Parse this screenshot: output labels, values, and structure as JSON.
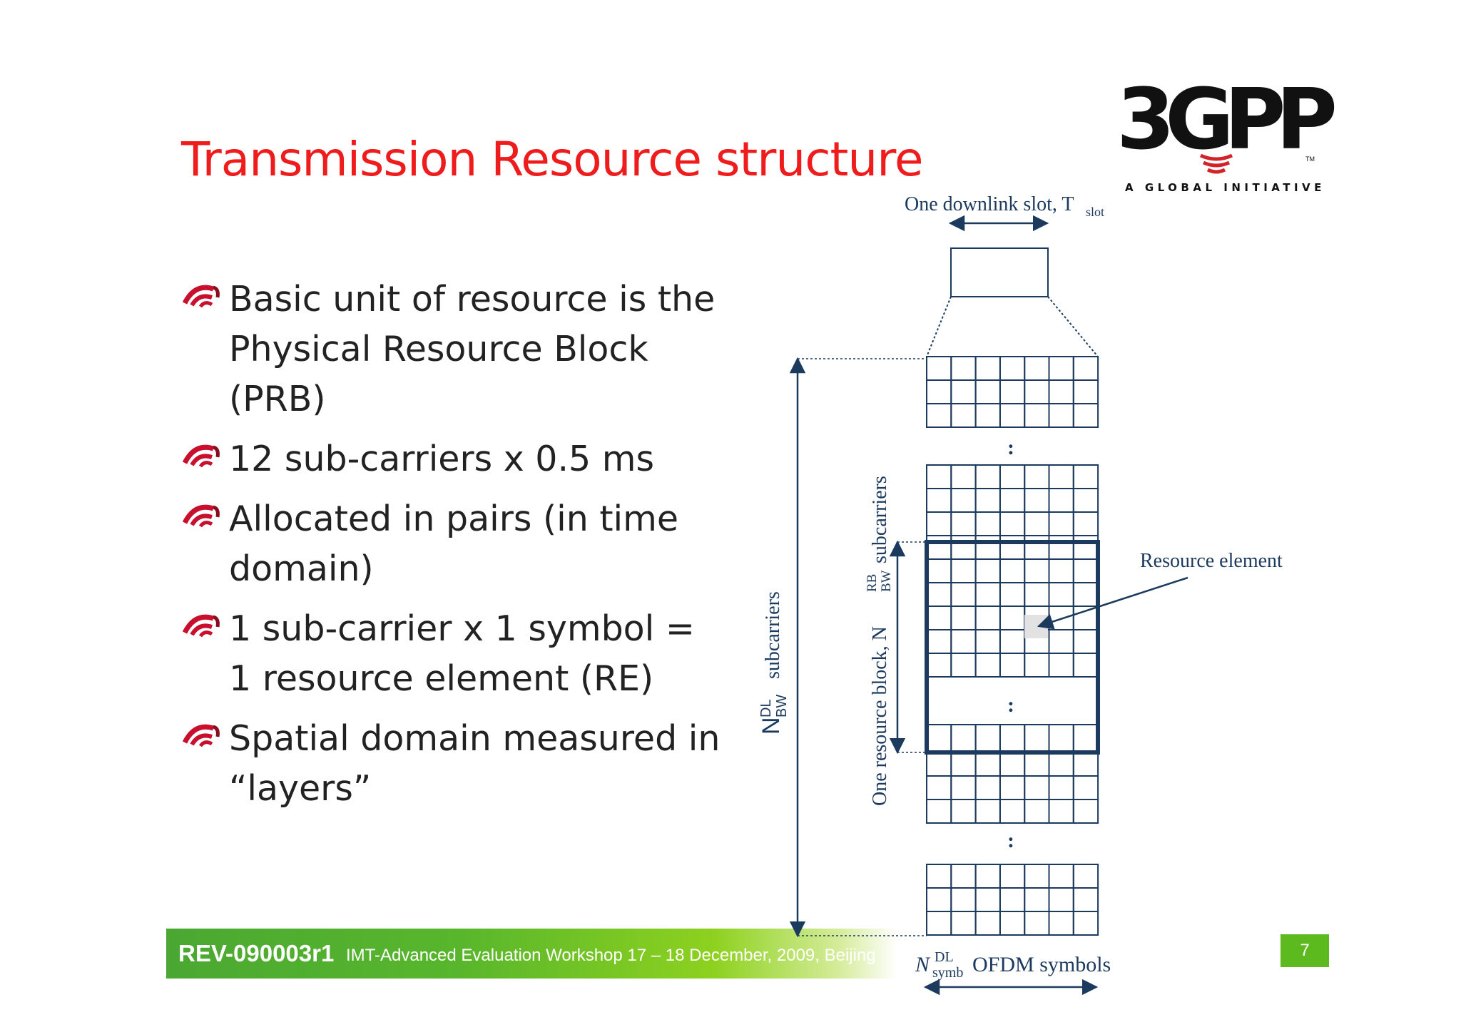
{
  "slide": {
    "title": "Transmission Resource structure",
    "bullets": [
      {
        "text": "Basic unit of resource is the Physical Resource Block (PRB)"
      },
      {
        "text": "12 sub-carriers x 0.5 ms"
      },
      {
        "text": "Allocated in pairs (in time domain)"
      },
      {
        "text": "1 sub-carrier x 1 symbol = 1 resource element (RE)"
      },
      {
        "text": "Spatial domain measured in “layers”"
      }
    ],
    "bullet_icon": "swirl-bullet-icon",
    "title_color": "#ee1c1c"
  },
  "logo": {
    "wordmark": "3GPP",
    "tagline": "A GLOBAL INITIATIVE",
    "tm": "TM"
  },
  "footer": {
    "code": "REV-090003r1",
    "text": "IMT-Advanced Evaluation Workshop 17 – 18 December, 2009, Beijing",
    "page_number": "7",
    "bar_color": "#58b62c"
  },
  "diagram": {
    "slot_label": "One downlink slot, T",
    "slot_sub": "slot",
    "resource_element_label": "Resource element",
    "dl_sup": "DL",
    "bw_sub": "BW",
    "rb_sup": "RB",
    "dl_subcarriers_label": "subcarriers",
    "rb_label": "One resource block, N",
    "rb_subcarriers_label": "subcarriers",
    "n_symbol": "N",
    "symb_sub": "symb",
    "ofdm_label": "OFDM symbols",
    "ellipsis": ":",
    "line_color": "#1c3a5e"
  }
}
